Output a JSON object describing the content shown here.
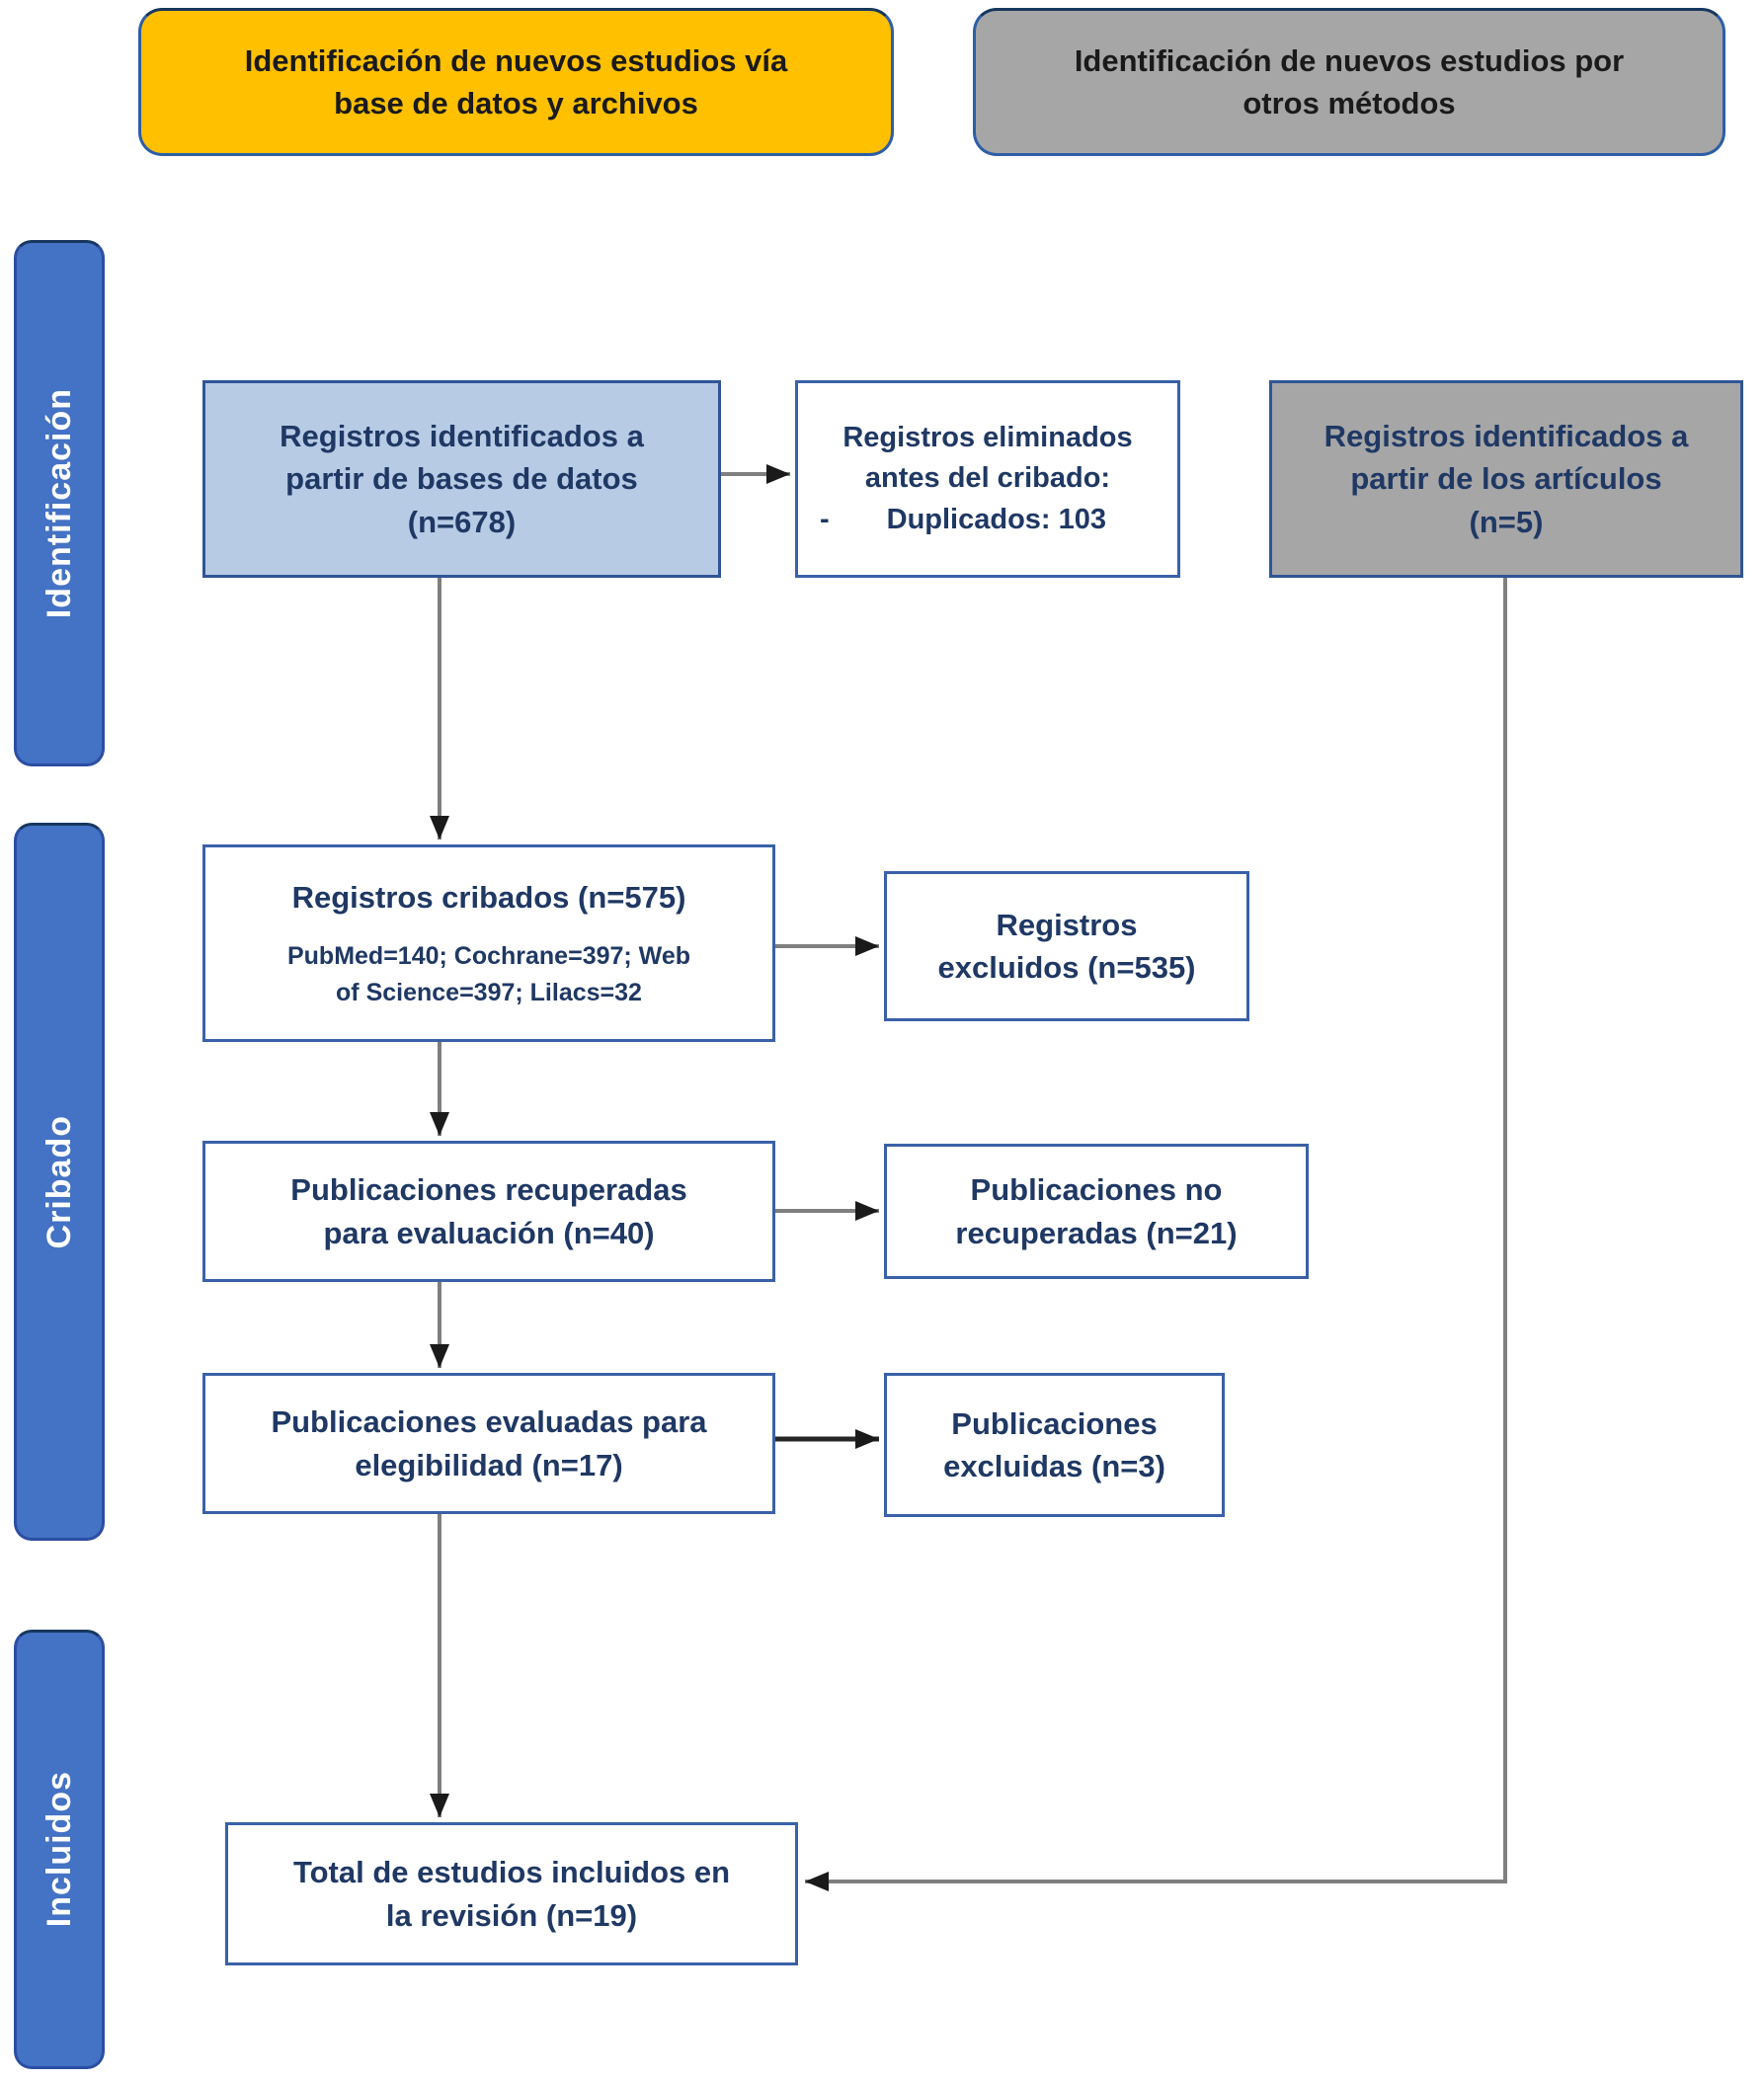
{
  "headers": {
    "via_databases": "Identificación de nuevos estudios vía\nbase de datos y archivos",
    "other_methods": "Identificación de nuevos estudios por\notros métodos"
  },
  "stages": {
    "identification": "Identificación",
    "screening": "Cribado",
    "included": "Incluidos"
  },
  "boxes": {
    "db_identified": "Registros identificados a\npartir de bases de datos\n(n=678)",
    "removed_title": "Registros eliminados\nantes del cribado:",
    "removed_bullet": "-",
    "removed_item": "Duplicados: 103",
    "articles_identified": "Registros identificados a\npartir de los artículos\n(n=5)",
    "screened": "Registros cribados (n=575)",
    "screened_detail": "PubMed=140; Cochrane=397; Web\nof Science=397; Lilacs=32",
    "records_excluded": "Registros\nexcluidos (n=535)",
    "retrieved": "Publicaciones recuperadas\npara evaluación (n=40)",
    "not_retrieved": "Publicaciones no\nrecuperadas (n=21)",
    "assessed": "Publicaciones evaluadas para\nelegibilidad (n=17)",
    "pubs_excluded": "Publicaciones\nexcluidas (n=3)",
    "total_included": "Total de estudios incluidos en\nla revisión (n=19)"
  },
  "colors": {
    "header_yellow": "#FFC000",
    "header_gray": "#A6A6A6",
    "sidebar_blue": "#4472C4",
    "box_light_blue": "#B7CBE5",
    "border_blue": "#2F5597",
    "text_navy": "#1F3864",
    "arrow_gray": "#7F7F7F",
    "arrow_black": "#1a1a1a"
  }
}
